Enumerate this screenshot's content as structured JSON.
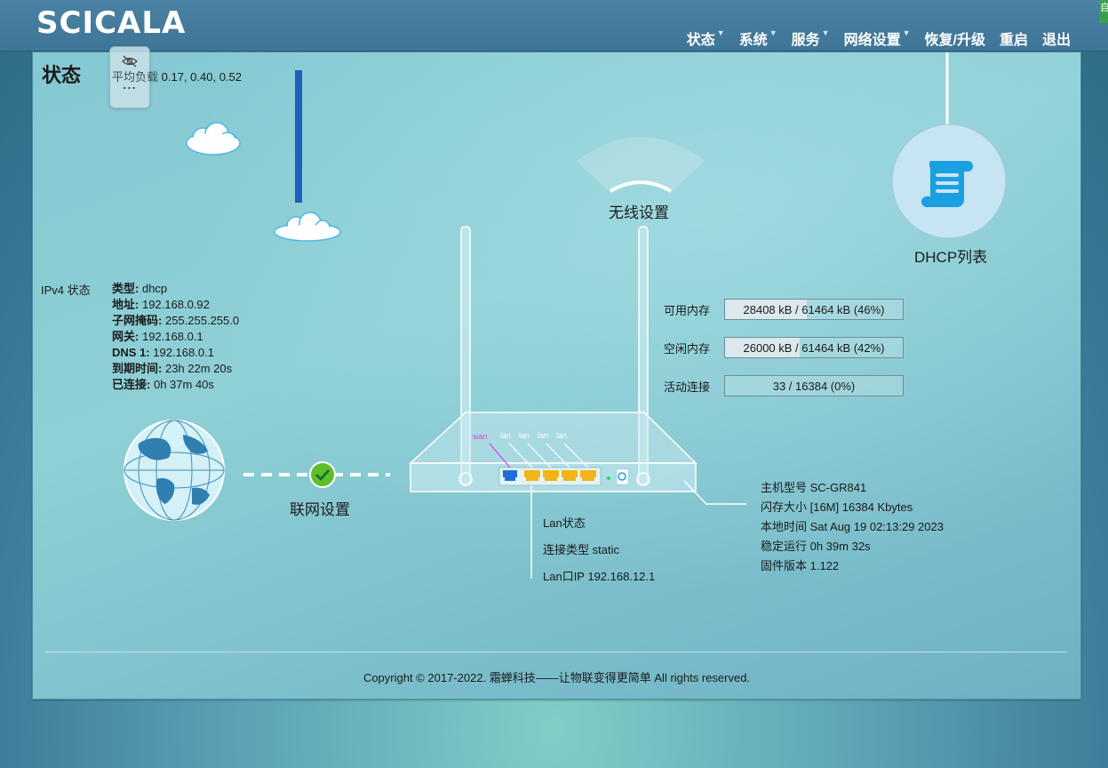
{
  "header": {
    "logo": "SCICALA",
    "nav": [
      {
        "label": "状态",
        "caret": true
      },
      {
        "label": "系统",
        "caret": true
      },
      {
        "label": "服务",
        "caret": true
      },
      {
        "label": "网络设置",
        "caret": true
      },
      {
        "label": "恢复/升级",
        "caret": false
      },
      {
        "label": "重启",
        "caret": false
      },
      {
        "label": "退出",
        "caret": false
      }
    ],
    "corner_tab": "自"
  },
  "page": {
    "title": "状态",
    "load_avg_label": "平均负载",
    "load_avg_value": "0.17, 0.40, 0.52",
    "float_button_dots": "⋯"
  },
  "ipv4": {
    "label": "IPv4 状态",
    "fields": [
      {
        "key": "类型:",
        "value": "dhcp"
      },
      {
        "key": "地址:",
        "value": "192.168.0.92"
      },
      {
        "key": "子网掩码:",
        "value": "255.255.255.0"
      },
      {
        "key": "网关:",
        "value": "192.168.0.1"
      },
      {
        "key": "DNS 1:",
        "value": "192.168.0.1"
      },
      {
        "key": "到期时间:",
        "value": "23h 22m 20s"
      },
      {
        "key": "已连接:",
        "value": "0h 37m 40s"
      }
    ]
  },
  "memory": [
    {
      "label": "可用内存",
      "text": "28408 kB / 61464 kB (46%)",
      "fraction": 0.46
    },
    {
      "label": "空闲内存",
      "text": "26000 kB / 61464 kB (42%)",
      "fraction": 0.42
    },
    {
      "label": "活动连接",
      "text": "33 / 16384 (0%)",
      "fraction": 0.0
    }
  ],
  "shortcuts": {
    "wireless": "无线设置",
    "dhcp": "DHCP列表",
    "wan": "联网设置"
  },
  "router": {
    "wan_label": "wan",
    "lan_labels": [
      "lan",
      "lan",
      "lan",
      "lan"
    ]
  },
  "lan_info": {
    "title": "Lan状态",
    "conn_type": "连接类型 static",
    "lan_ip": "Lan口IP 192.168.12.1"
  },
  "system_info": {
    "model": "主机型号 SC-GR841",
    "flash": "闪存大小 [16M] 16384 Kbytes",
    "local_time": "本地时间 Sat Aug 19 02:13:29 2023",
    "uptime": "稳定运行 0h 39m 32s",
    "firmware": "固件版本 1.122"
  },
  "footer": {
    "copyright": "Copyright © 2017-2022. 霜蝉科技——让物联变得更简单 All rights reserved."
  },
  "colors": {
    "header_bg": "#4a82a4",
    "accent_blue": "#1f5fc0",
    "port_yellow": "#f2b418",
    "wan_port_blue": "#1c6fd8",
    "wan_line_magenta": "#e040e0",
    "check_green": "#5fbf2a",
    "dhcp_circle": "#c9e6f5",
    "dhcp_icon": "#1aa0e0"
  }
}
